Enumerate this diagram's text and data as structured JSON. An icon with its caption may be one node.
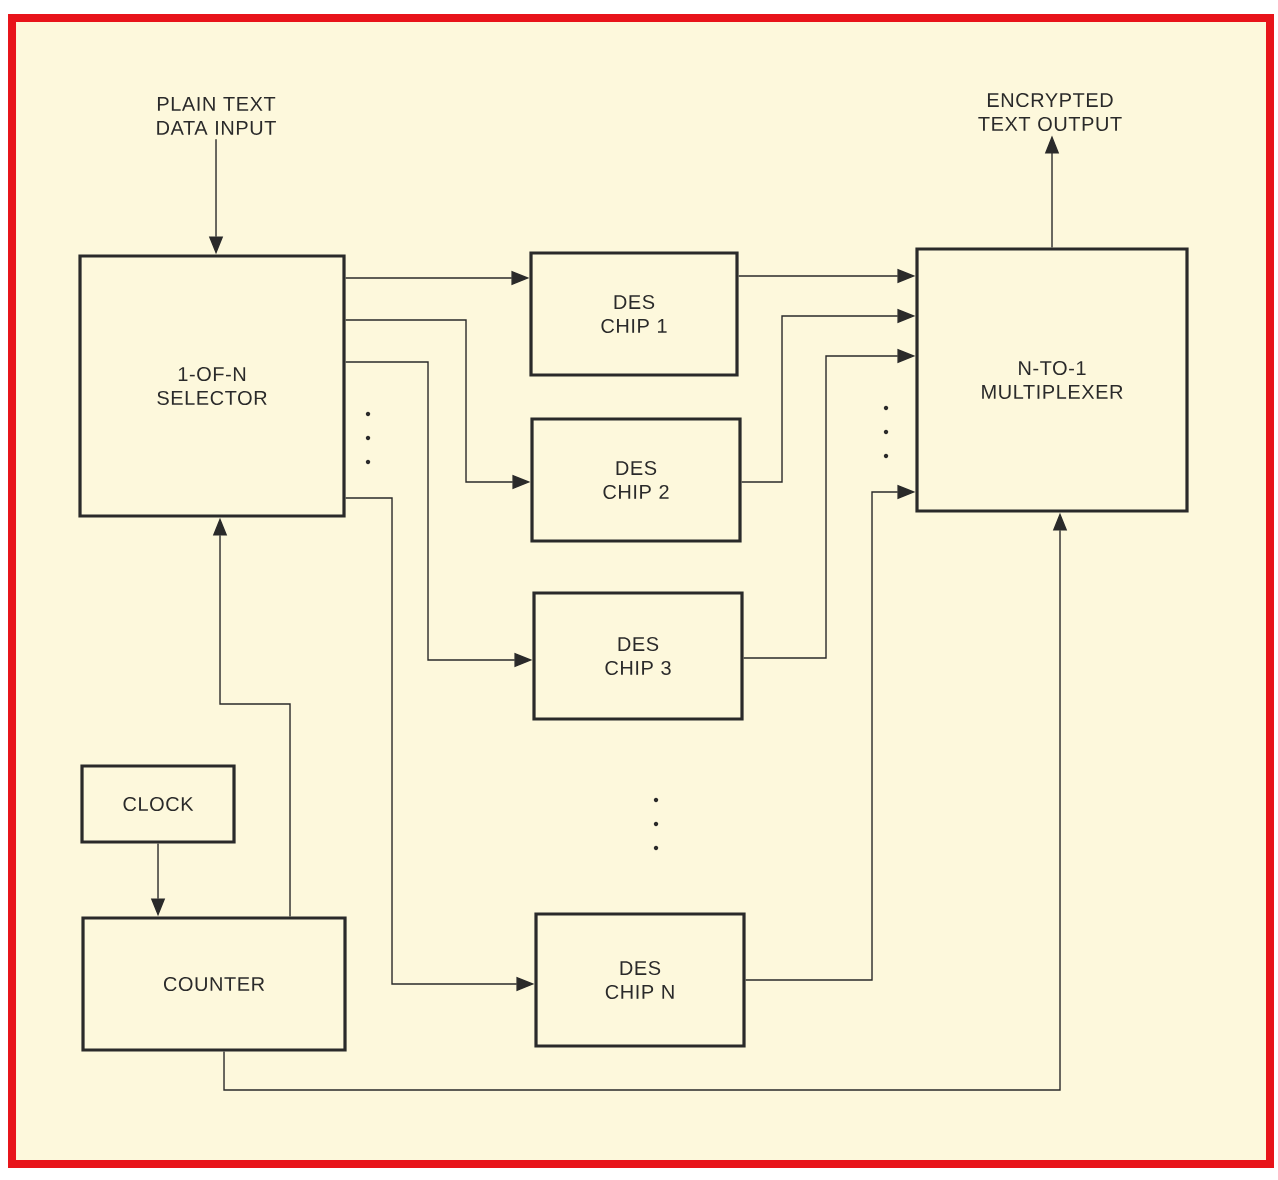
{
  "diagram": {
    "nodes": [
      {
        "text": [
          "PLAIN TEXT DATA INPUT"
        ]
      },
      {
        "text": [
          "1-OF-N SELECTOR"
        ]
      },
      {
        "text": [
          "DES CHIP 1"
        ]
      },
      {
        "text": [
          "DES CHIP 2"
        ]
      },
      {
        "text": [
          "DES CHIP 3"
        ]
      },
      {
        "text": [
          "DES CHIP N"
        ]
      },
      {
        "text": [
          "N-TO-1 MULTIPLEXER"
        ]
      },
      {
        "text": [
          "ENCRYPTED TEXT OUTPUT"
        ]
      },
      {
        "text": [
          "CLOCK"
        ]
      },
      {
        "text": [
          "COUNTER"
        ]
      }
    ],
    "edges": [
      {
        "from": 0,
        "to": 1,
        "arrow": "to"
      },
      {
        "from": 1,
        "to": 2,
        "arrow": "to"
      },
      {
        "from": 1,
        "to": 3,
        "arrow": "to"
      },
      {
        "from": 1,
        "to": 4,
        "arrow": "to"
      },
      {
        "from": 1,
        "to": 5,
        "arrow": "to"
      },
      {
        "from": 2,
        "to": 6,
        "arrow": "to"
      },
      {
        "from": 3,
        "to": 6,
        "arrow": "to"
      },
      {
        "from": 4,
        "to": 6,
        "arrow": "to"
      },
      {
        "from": 5,
        "to": 6,
        "arrow": "to"
      },
      {
        "from": 6,
        "to": 7,
        "arrow": "to"
      },
      {
        "from": 8,
        "to": 9,
        "arrow": "to"
      },
      {
        "from": 9,
        "to": 1,
        "arrow": "to"
      },
      {
        "from": 9,
        "to": 6,
        "arrow": "to"
      }
    ]
  }
}
